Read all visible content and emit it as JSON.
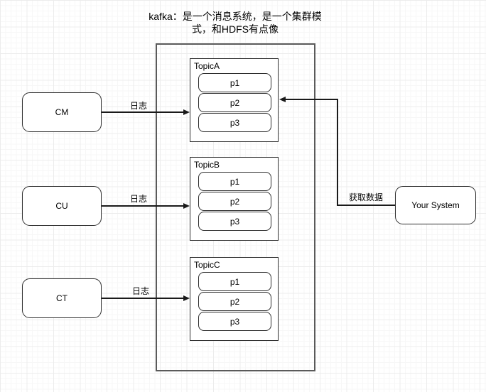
{
  "title": {
    "text": "kafka：是一个消息系统，是一个集群模式，和HDFS有点像",
    "lines": [
      "kafka：是一个消息系统，是一个集群模",
      "式，和HDFS有点像"
    ]
  },
  "producers": [
    {
      "label": "CM"
    },
    {
      "label": "CU"
    },
    {
      "label": "CT"
    }
  ],
  "cluster": {
    "topics": [
      {
        "label": "TopicA",
        "partitions": [
          "p1",
          "p2",
          "p3"
        ]
      },
      {
        "label": "TopicB",
        "partitions": [
          "p1",
          "p2",
          "p3"
        ]
      },
      {
        "label": "TopicC",
        "partitions": [
          "p1",
          "p2",
          "p3"
        ]
      }
    ]
  },
  "consumer": {
    "label": "Your System"
  },
  "edges": [
    {
      "from": "CM",
      "to": "TopicA",
      "label": "日志"
    },
    {
      "from": "CU",
      "to": "TopicB",
      "label": "日志"
    },
    {
      "from": "CT",
      "to": "TopicC",
      "label": "日志"
    },
    {
      "from": "Your System",
      "to": "TopicA",
      "label": "获取数据"
    }
  ],
  "colors": {
    "stroke": "#1a1a1a",
    "shape_stroke": "#2e2e2e",
    "container_stroke": "#5a5a5a",
    "fill": "#ffffff",
    "grid_minor": "#f7f7f7",
    "grid_major": "#ececec",
    "text": "#000000"
  }
}
